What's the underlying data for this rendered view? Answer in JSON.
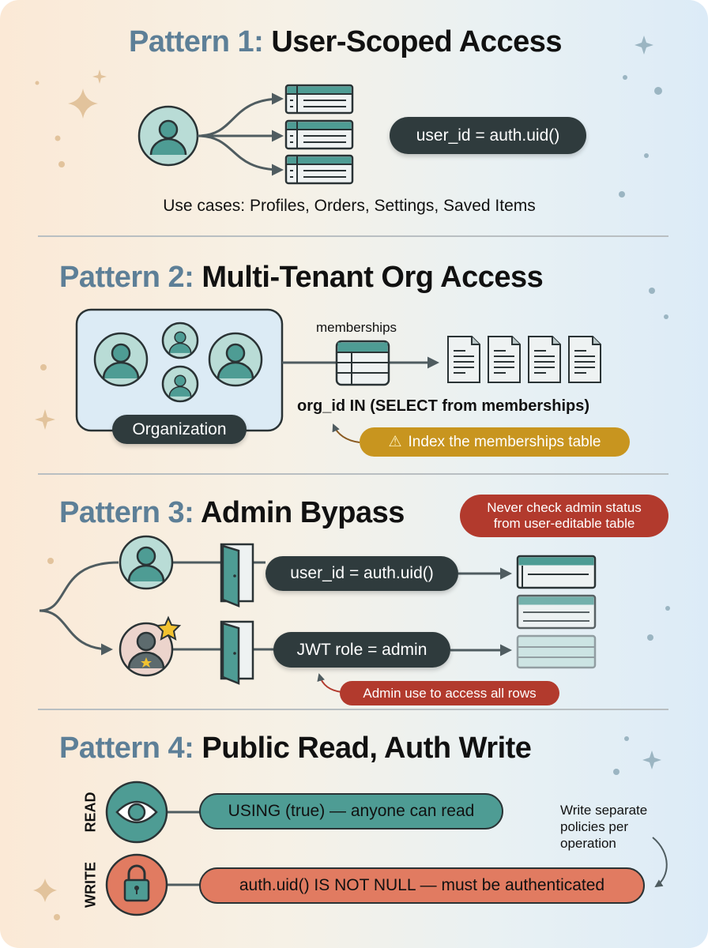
{
  "pattern1": {
    "title_prefix": "Pattern 1:",
    "title": "User-Scoped Access",
    "policy": "user_id = auth.uid()",
    "use_cases": "Use cases: Profiles, Orders, Settings, Saved Items"
  },
  "pattern2": {
    "title_prefix": "Pattern 2:",
    "title": "Multi-Tenant Org Access",
    "org_label": "Organization",
    "table_label": "memberships",
    "policy": "org_id IN (SELECT from memberships)",
    "warning": "Index the memberships table"
  },
  "pattern3": {
    "title_prefix": "Pattern 3:",
    "title": "Admin Bypass",
    "warning_line1": "Never check admin status",
    "warning_line2": "from user-editable table",
    "user_policy": "user_id = auth.uid()",
    "admin_policy": "JWT role = admin",
    "admin_note": "Admin use to access all rows"
  },
  "pattern4": {
    "title_prefix": "Pattern 4:",
    "title": "Public Read, Auth Write",
    "read_label": "READ",
    "write_label": "WRITE",
    "read_policy": "USING (true) — anyone can read",
    "write_policy": "auth.uid() IS NOT NULL — must be authenticated",
    "note_line1": "Write separate",
    "note_line2": "policies per",
    "note_line3": "operation"
  },
  "colors": {
    "teal": "#4e9c94",
    "light_teal": "#b9dcd6",
    "dark": "#2f3b3d",
    "amber": "#c8951f",
    "red": "#b23a2d",
    "salmon": "#e17b61",
    "title_prefix": "#5d7f97"
  }
}
